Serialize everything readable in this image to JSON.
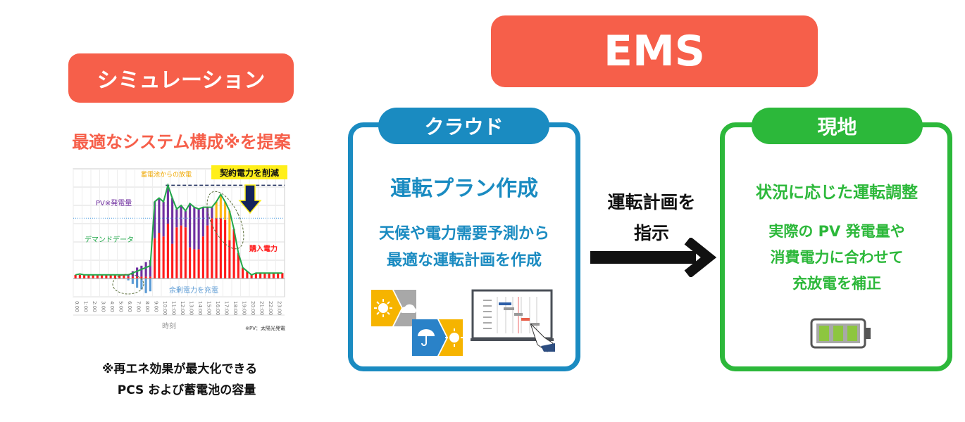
{
  "colors": {
    "coral": "#f65f4a",
    "blue": "#1a8bc1",
    "green": "#2cb83a",
    "black": "#111111"
  },
  "simulation": {
    "badge": "シミュレーション",
    "heading": "最適なシステム構成※を提案",
    "footnote_line1": "※再エネ効果が最大化できる",
    "footnote_line2": "PCS および蓄電池の容量"
  },
  "ems": {
    "badge": "EMS"
  },
  "cloud": {
    "badge": "クラウド",
    "title": "運転プラン作成",
    "desc_line1": "天候や電力需要予測から",
    "desc_line2": "最適な運転計画を作成"
  },
  "arrow": {
    "line1": "運転計画を",
    "line2": "指示"
  },
  "onsite": {
    "badge": "現地",
    "title": "状況に応じた運転調整",
    "desc_line1": "実際の PV 発電量や",
    "desc_line2": "消費電力に合わせて",
    "desc_line3": "充放電を補正"
  },
  "chart_data": {
    "type": "bar",
    "xlabel": "時刻",
    "footnote": "※PV：太陽光発電",
    "x_ticks": [
      "0:00",
      "1:00",
      "2:00",
      "3:00",
      "4:00",
      "5:00",
      "6:00",
      "7:00",
      "8:00",
      "9:00",
      "10:00",
      "11:00",
      "12:00",
      "13:00",
      "14:00",
      "15:00",
      "16:00",
      "17:00",
      "18:00",
      "19:00",
      "20:00",
      "21:00",
      "22:00",
      "23:00"
    ],
    "annotations": {
      "discharge": "蓄電池からの放電",
      "contract": "契約電力を削減",
      "pv": "PV※発電量",
      "demand": "デマンドデータ",
      "purchase": "購入電力",
      "charge": "余剰電力を充電"
    },
    "contract_level": 5.1,
    "reduced_contract_level": 3.3,
    "ylim": [
      -1.0,
      5.6
    ],
    "series": [
      {
        "name": "購入電力",
        "color": "#ff1a1a",
        "values": [
          0.2,
          0.2,
          0.2,
          0.2,
          0.2,
          0.2,
          0.2,
          0.2,
          0.2,
          0.2,
          0.2,
          0.2,
          0.1,
          0.1,
          0.1,
          0.1,
          0.1,
          0.1,
          2.2,
          2.5,
          2.3,
          3.0,
          1.9,
          2.8,
          2.9,
          2.8,
          1.7,
          1.6,
          1.6,
          2.3,
          2.9,
          3.3,
          3.3,
          3.3,
          3.2,
          2.1,
          2.7,
          1.4,
          0.6,
          0.4,
          0.2,
          0.3,
          0.3,
          0.3,
          0.3,
          0.3,
          0.3,
          0.3
        ]
      },
      {
        "name": "PV発電量",
        "color": "#7030a0",
        "values": [
          0,
          0,
          0,
          0,
          0,
          0,
          0,
          0,
          0,
          0,
          0,
          0,
          0.1,
          0.3,
          0.5,
          0.6,
          0.8,
          0.9,
          2.0,
          1.9,
          1.9,
          2.1,
          2.5,
          1.0,
          1.1,
          0.9,
          2.4,
          2.3,
          2.2,
          1.6,
          1.0,
          0.6,
          0,
          0,
          0,
          0,
          0,
          0,
          0,
          0,
          0,
          0,
          0,
          0,
          0,
          0,
          0,
          0
        ]
      },
      {
        "name": "蓄電池からの放電",
        "color": "#ffb619",
        "values": [
          0,
          0,
          0,
          0,
          0,
          0,
          0,
          0,
          0,
          0,
          0,
          0,
          0,
          0,
          0,
          0,
          0,
          0,
          0,
          0,
          0,
          0,
          0,
          0,
          0,
          0,
          0,
          0,
          0,
          0,
          0,
          0,
          0.9,
          1.3,
          1.0,
          1.6,
          0,
          0,
          0,
          0,
          0,
          0,
          0,
          0,
          0,
          0,
          0,
          0
        ]
      },
      {
        "name": "余剰電力を充電",
        "color": "#5b9bd5",
        "values": [
          0,
          0,
          0,
          0,
          0,
          0,
          0,
          0,
          0,
          0,
          0,
          0,
          -0.1,
          -0.3,
          -0.5,
          -0.6,
          -0.8,
          -0.7,
          0,
          0,
          0,
          0,
          0,
          0,
          0,
          0,
          0,
          0,
          0,
          0,
          0,
          0,
          0,
          0,
          0,
          0,
          0,
          0,
          0,
          0,
          0,
          0,
          0,
          0,
          0,
          0,
          0,
          0
        ]
      }
    ],
    "demand": [
      0.2,
      0.25,
      0.2,
      0.2,
      0.2,
      0.2,
      0.2,
      0.2,
      0.2,
      0.2,
      0.2,
      0.2,
      0.2,
      0.3,
      0.4,
      0.5,
      0.6,
      0.7,
      4.2,
      4.4,
      4.2,
      5.1,
      4.4,
      3.8,
      4.0,
      3.7,
      4.1,
      3.9,
      3.8,
      3.9,
      3.9,
      3.9,
      4.2,
      4.6,
      4.2,
      3.7,
      2.7,
      1.4,
      0.6,
      0.4,
      0.2,
      0.3,
      0.3,
      0.3,
      0.3,
      0.3,
      0.3,
      0.3
    ]
  }
}
